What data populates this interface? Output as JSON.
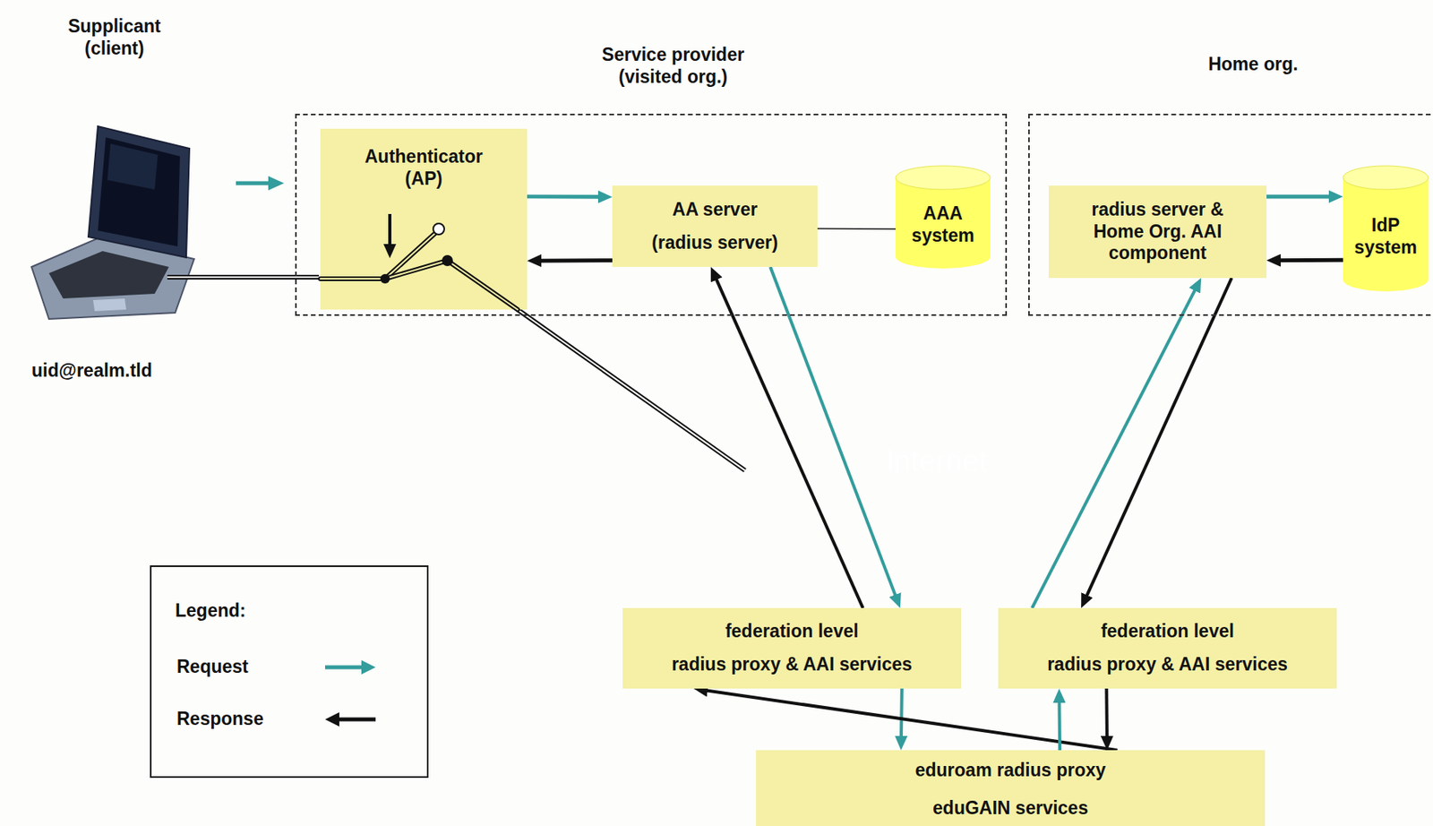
{
  "diagram": {
    "nodes": [
      {
        "text": [
          "Service provider (visited org.)"
        ]
      },
      {
        "text": [
          "Authenticator",
          "(AP)"
        ],
        "in": 0
      },
      {
        "text": [
          "AA server",
          "(radius server)"
        ],
        "in": 0
      },
      {
        "text": [
          "AAA system"
        ],
        "in": 0
      },
      {
        "text": [
          "Home org."
        ]
      },
      {
        "text": [
          "radius server & Home Org. AAI component"
        ],
        "in": 4
      },
      {
        "text": [
          "IdP system"
        ],
        "in": 4
      },
      {
        "text": [
          "Internet"
        ]
      },
      {
        "text": [
          "federation level",
          "radius proxy & AAI services"
        ]
      },
      {
        "text": [
          "federation level",
          "radius proxy & AAI services"
        ]
      },
      {
        "text": [
          "eduroam radius proxy",
          "eduGAIN services"
        ]
      }
    ],
    "edges": [
      {
        "from": 1,
        "to": 2,
        "arrow": "to"
      },
      {
        "from": 2,
        "to": 1,
        "arrow": "to"
      },
      {
        "from": 2,
        "to": 3,
        "arrow": "none"
      },
      {
        "from": 1,
        "to": 7,
        "arrow": "none"
      },
      {
        "from": 2,
        "to": 8,
        "arrow": "to"
      },
      {
        "from": 8,
        "to": 2,
        "arrow": "to"
      },
      {
        "from": 9,
        "to": 5,
        "arrow": "to"
      },
      {
        "from": 5,
        "to": 9,
        "arrow": "to"
      },
      {
        "from": 5,
        "to": 6,
        "arrow": "to"
      },
      {
        "from": 6,
        "to": 5,
        "arrow": "to"
      },
      {
        "from": 8,
        "to": 10,
        "arrow": "to"
      },
      {
        "from": 10,
        "to": 8,
        "arrow": "to"
      },
      {
        "from": 10,
        "to": 9,
        "arrow": "to"
      },
      {
        "from": 9,
        "to": 10,
        "arrow": "to"
      }
    ],
    "labels": [
      "Supplicant (client)",
      "uid@realm.tld",
      "Legend:"
    ],
    "legend": [
      {
        "text": "Request"
      },
      {
        "text": "Response"
      }
    ]
  }
}
